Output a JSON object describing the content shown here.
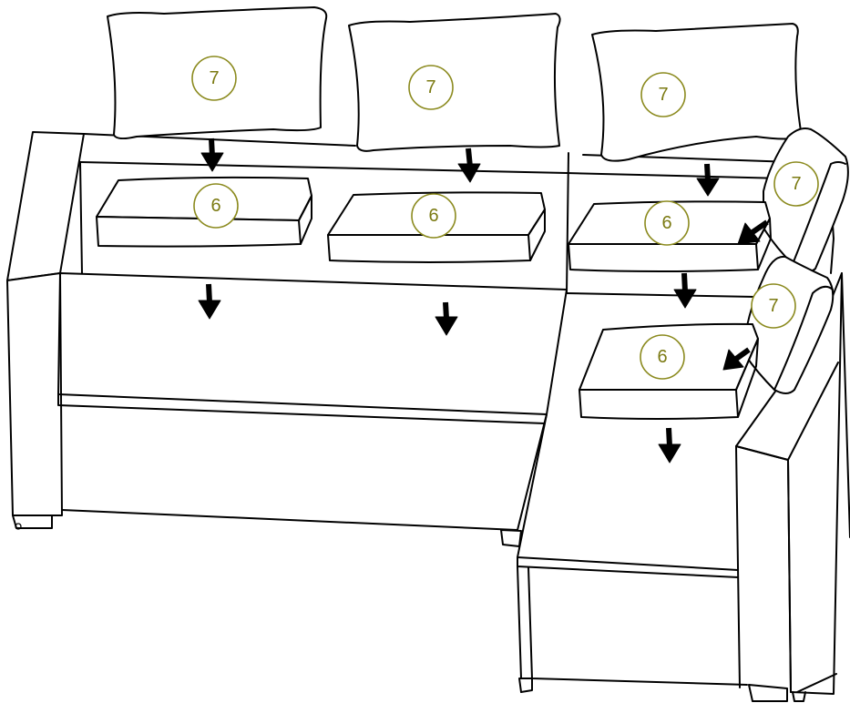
{
  "diagram": {
    "callouts": [
      {
        "label": "7",
        "part": "back-pillow"
      },
      {
        "label": "7",
        "part": "back-pillow"
      },
      {
        "label": "7",
        "part": "back-pillow"
      },
      {
        "label": "7",
        "part": "back-pillow"
      },
      {
        "label": "7",
        "part": "back-pillow"
      },
      {
        "label": "6",
        "part": "seat-cushion"
      },
      {
        "label": "6",
        "part": "seat-cushion"
      },
      {
        "label": "6",
        "part": "seat-cushion"
      },
      {
        "label": "6",
        "part": "seat-cushion"
      }
    ],
    "colors": {
      "line": "#000000",
      "callout_stroke": "#8b8a1e",
      "callout_text": "#7b7a12",
      "background": "#ffffff"
    }
  }
}
